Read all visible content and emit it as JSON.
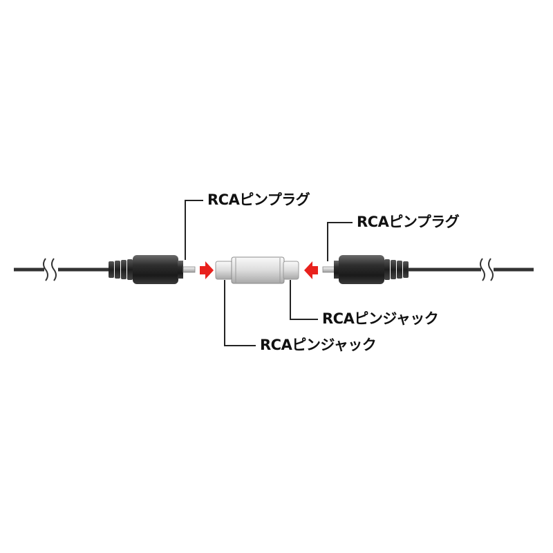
{
  "labels": {
    "plug_left": "RCAピンプラグ",
    "plug_right": "RCAピンプラグ",
    "jack_right": "RCAピンジャック",
    "jack_left": "RCAピンジャック"
  },
  "colors": {
    "arrow": "#e8211d",
    "plug_body": "#2a2a2a",
    "adapter": "#d9d9d9",
    "cable": "#333333",
    "leader_line": "#222222"
  }
}
